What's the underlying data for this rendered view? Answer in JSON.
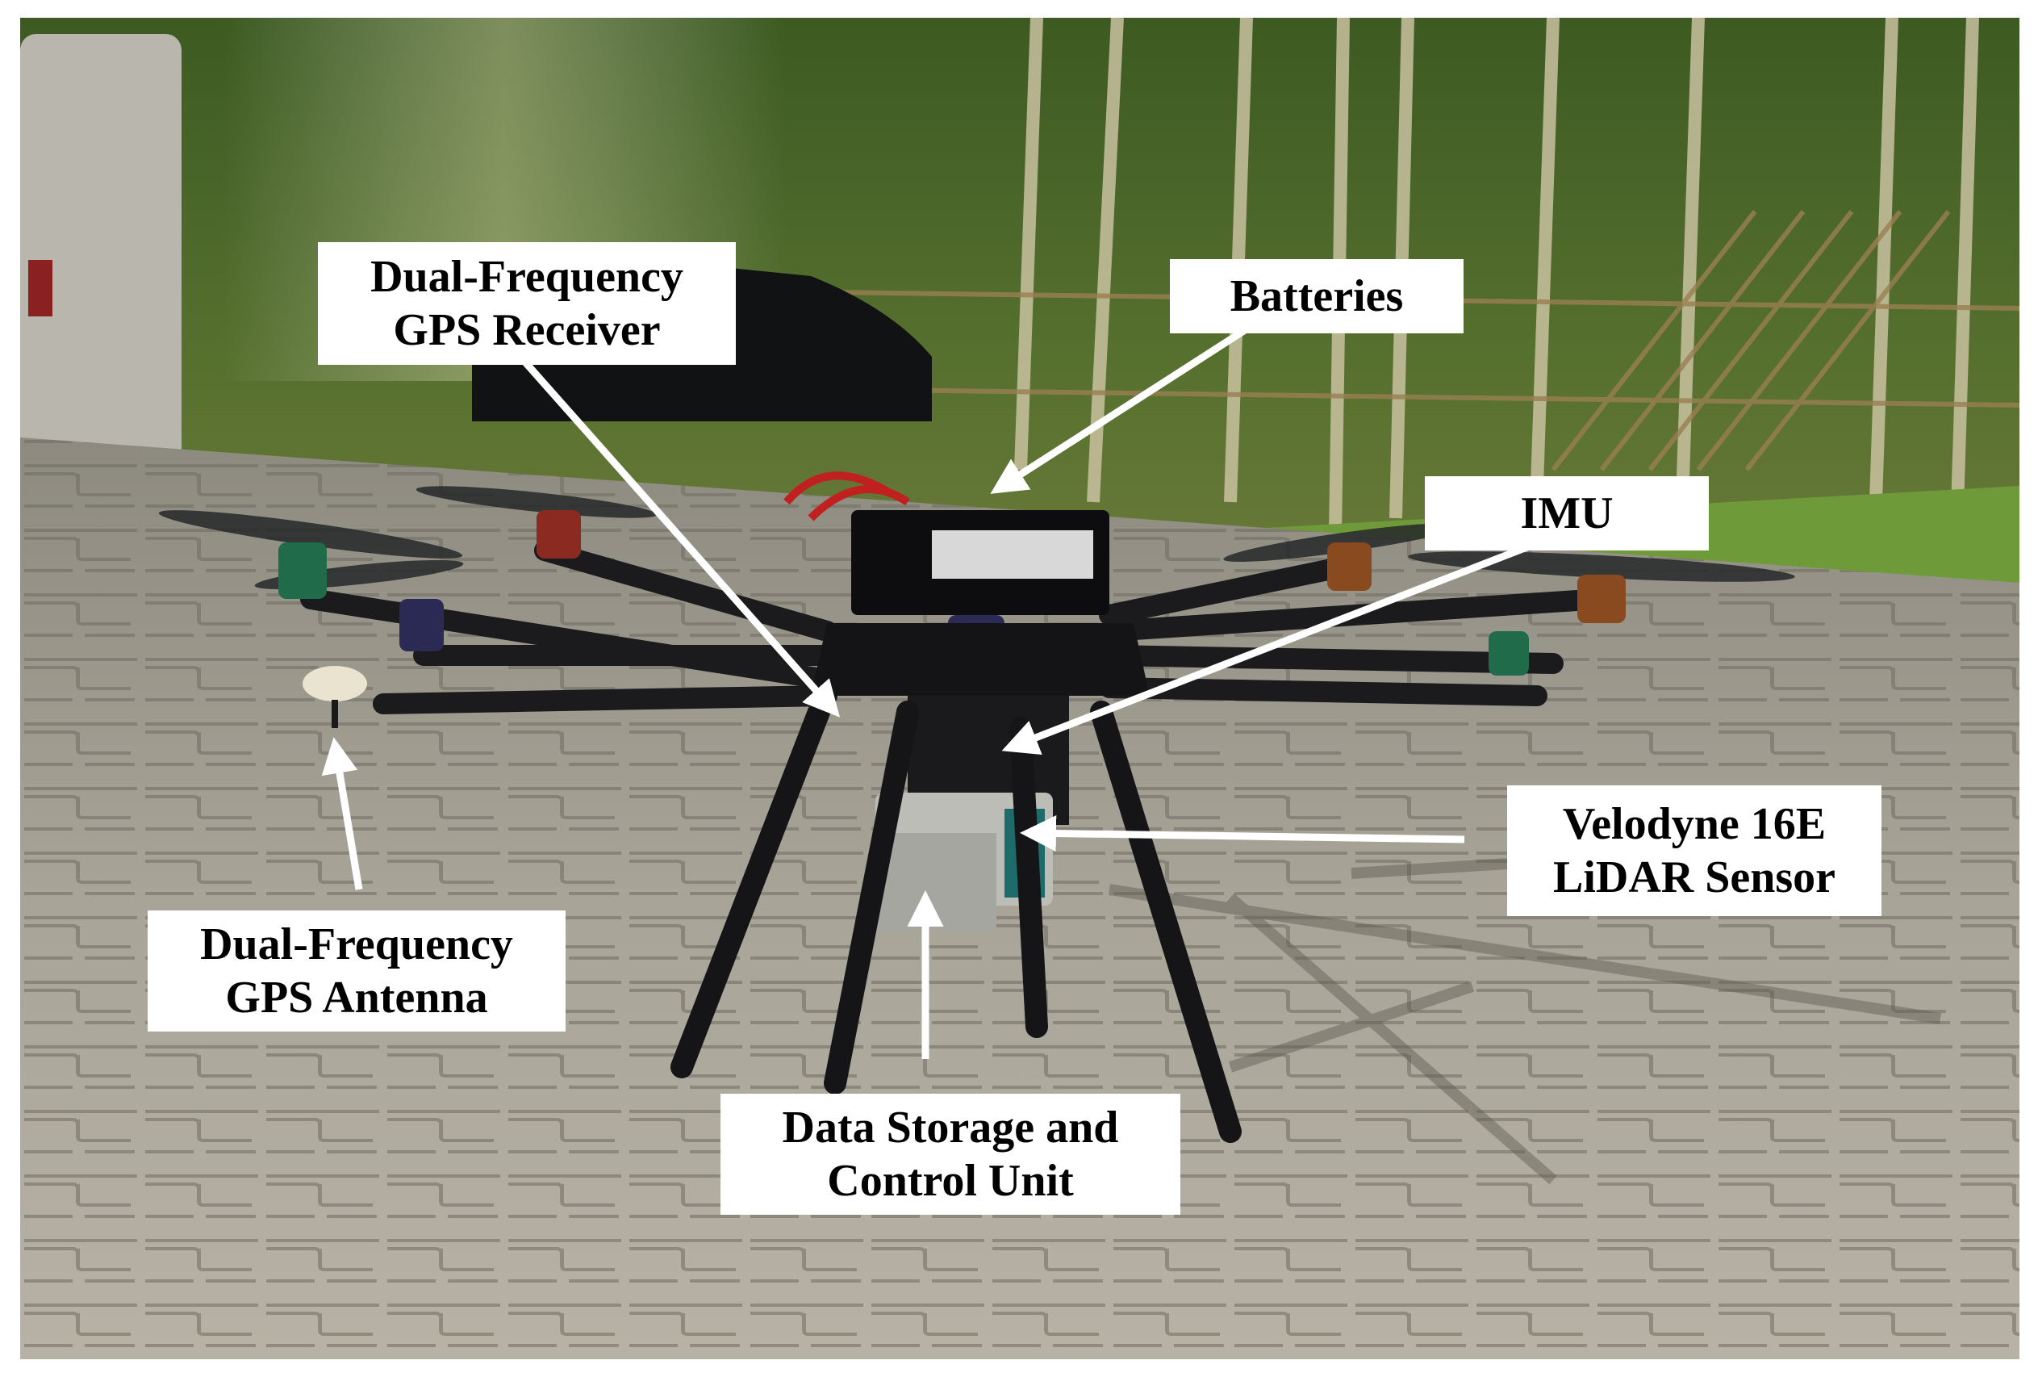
{
  "figure": {
    "subject": "hexacopter UAV with LiDAR payload on a paved driveway",
    "colors": {
      "background": "#ffffff",
      "label_box": "#ffffff",
      "label_text": "#000000",
      "arrow": "#ffffff"
    }
  },
  "callouts": {
    "gps_receiver": {
      "line1": "Dual-Frequency",
      "line2": "GPS Receiver"
    },
    "batteries": {
      "line1": "Batteries"
    },
    "imu": {
      "line1": "IMU"
    },
    "lidar": {
      "line1": "Velodyne 16E",
      "line2": "LiDAR Sensor"
    },
    "gps_antenna": {
      "line1": "Dual-Frequency",
      "line2": "GPS Antenna"
    },
    "data_storage": {
      "line1": "Data Storage and",
      "line2": "Control Unit"
    }
  }
}
